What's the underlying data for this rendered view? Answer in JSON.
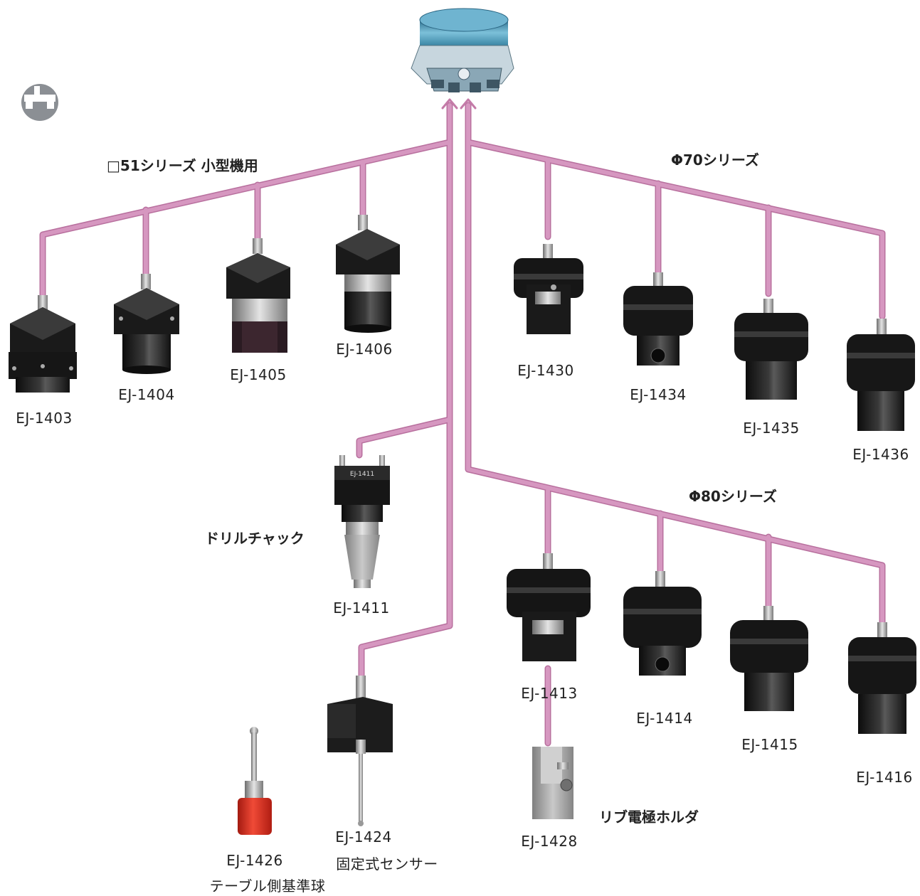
{
  "groups": {
    "g51": "□51シリーズ 小型機用",
    "g70": "Φ70シリーズ",
    "g80": "Φ80シリーズ",
    "drill": "ドリルチャック",
    "rib": "リブ電極ホルダ"
  },
  "parts": {
    "p1403": "EJ-1403",
    "p1404": "EJ-1404",
    "p1405": "EJ-1405",
    "p1406": "EJ-1406",
    "p1430": "EJ-1430",
    "p1434": "EJ-1434",
    "p1435": "EJ-1435",
    "p1436": "EJ-1436",
    "p1411": "EJ-1411",
    "p1413": "EJ-1413",
    "p1414": "EJ-1414",
    "p1415": "EJ-1415",
    "p1416": "EJ-1416",
    "p1428": "EJ-1428",
    "p1424": "EJ-1424",
    "p1426": "EJ-1426"
  },
  "notes": {
    "n1424": "固定式センサー",
    "n1426": "テーブル側基準球"
  },
  "inset_label": "EJ-1411",
  "colors": {
    "connector": "#cf89b4",
    "connector_edge": "#b96a9c",
    "metal_dark": "#1f1f1f",
    "chuck_blue": "#5aa6c4",
    "ball_red": "#d62a1d"
  }
}
